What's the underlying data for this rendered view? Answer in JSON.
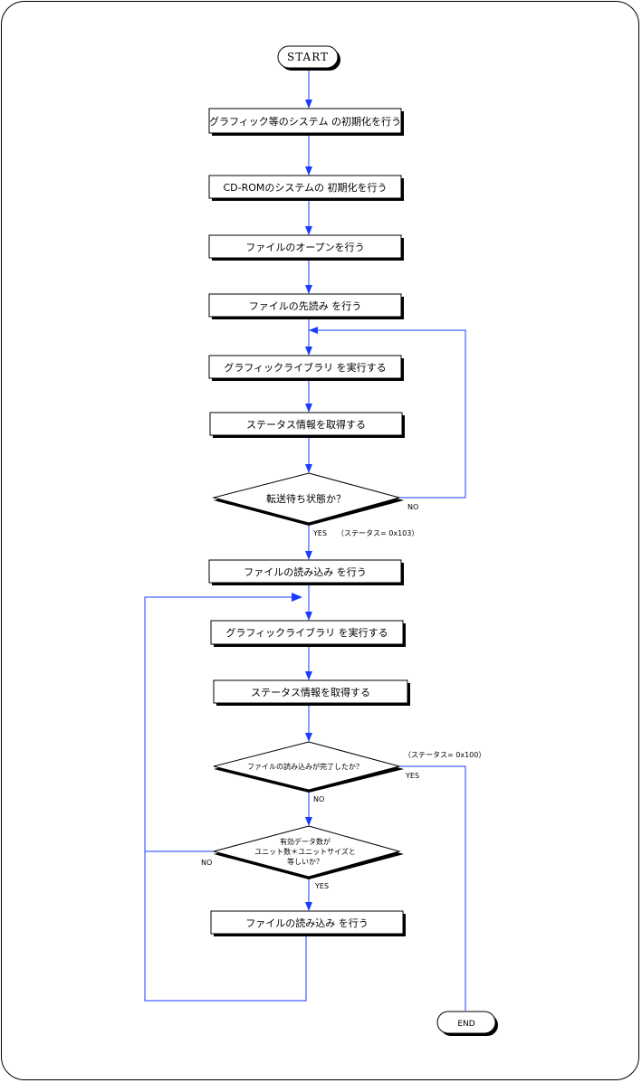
{
  "terminals": {
    "start": "START",
    "end": "END"
  },
  "process": [
    "グラフィック等のシステム の初期化を行う",
    "CD-ROMのシステムの 初期化を行う",
    "ファイルのオープンを行う",
    "ファイルの先読み を行う",
    "グラフィックライブラリ を実行する",
    "ステータス情報を取得する",
    "ファイルの読み込み を行う",
    "グラフィックライブラリ を実行する",
    "ステータス情報を取得する",
    "ファイルの読み込み を行う"
  ],
  "decisions": {
    "d1": {
      "line1": "転送待ち状態か？"
    },
    "d2": {
      "line1": "ファイルの読み込みが完了したか？"
    },
    "d3": {
      "line1": "有効データ数が",
      "line2": "ユニット数＊ユニットサイズと",
      "line3": "等しいか？"
    }
  },
  "labels": {
    "no1": "NO",
    "yes1": "YES",
    "status1": "（ステータス= 0x103）",
    "status2": "（ステータス= 0x100）",
    "yes2": "YES",
    "no2": "NO",
    "no3": "NO",
    "yes3": "YES"
  },
  "colors": {
    "connector": "#1a3cff",
    "box_border": "#000000",
    "shadow": "#000000"
  }
}
